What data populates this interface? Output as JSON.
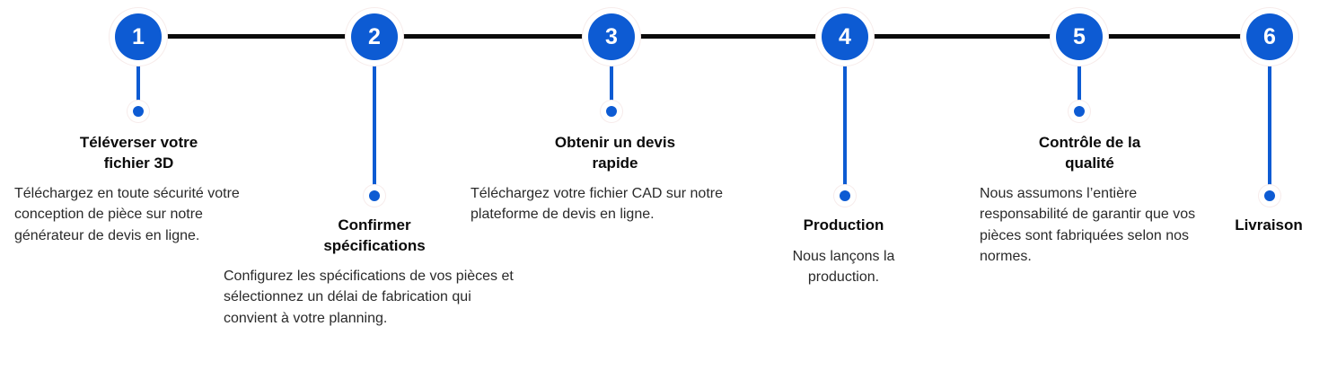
{
  "diagram": {
    "type": "horizontal-process-timeline",
    "language": "fr",
    "step_count": 6,
    "colors": {
      "accent": "#0d5bd3",
      "connector": "#0a0a0a",
      "title_text": "#0a0a0a",
      "body_text": "#2a2a2a",
      "background": "#ffffff",
      "halo_ring": "#f7eceb"
    }
  },
  "steps": [
    {
      "number": "1",
      "title": "Téléverser  votre\nfichier 3D",
      "description": "Téléchargez en toute sécurité votre conception de pièce sur notre générateur de devis en ligne.",
      "align": "left"
    },
    {
      "number": "2",
      "title": "Confirmer\nspécifications",
      "description": "Configurez les spécifications de vos pièces et sélectionnez un délai de fabrication qui convient à votre planning.",
      "align": "left"
    },
    {
      "number": "3",
      "title": "Obtenir un devis\nrapide",
      "description": "Téléchargez votre fichier CAD sur notre plateforme de devis en ligne.",
      "align": "left"
    },
    {
      "number": "4",
      "title": "Production",
      "description": "Nous lançons la production.",
      "align": "center"
    },
    {
      "number": "5",
      "title": "Contrôle de la\nqualité",
      "description": "Nous assumons l’entière responsabilité de garantir que vos pièces sont fabriquées selon nos normes.",
      "align": "left"
    },
    {
      "number": "6",
      "title": "Livraison",
      "description": "",
      "align": "center"
    }
  ]
}
